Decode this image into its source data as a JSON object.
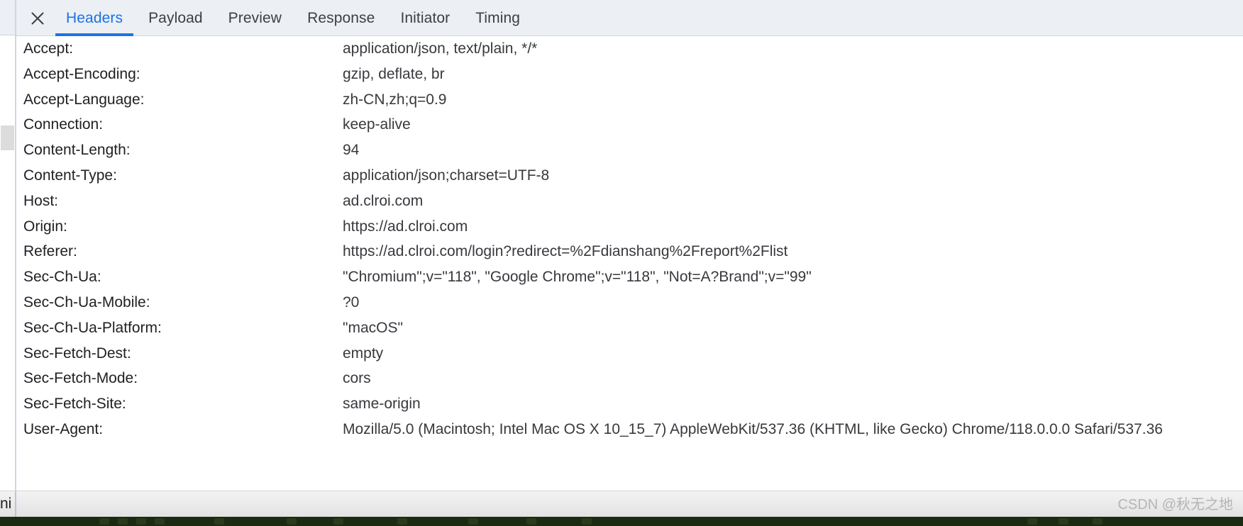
{
  "tabbar": {
    "close_icon": "close-icon",
    "tabs": [
      {
        "label": "Headers",
        "active": true
      },
      {
        "label": "Payload",
        "active": false
      },
      {
        "label": "Preview",
        "active": false
      },
      {
        "label": "Response",
        "active": false
      },
      {
        "label": "Initiator",
        "active": false
      },
      {
        "label": "Timing",
        "active": false
      }
    ],
    "accent_color": "#1a73e8",
    "background_color": "#eceff3"
  },
  "headers": {
    "rows": [
      {
        "name": "Accept:",
        "value": "application/json, text/plain, */*"
      },
      {
        "name": "Accept-Encoding:",
        "value": "gzip, deflate, br"
      },
      {
        "name": "Accept-Language:",
        "value": "zh-CN,zh;q=0.9"
      },
      {
        "name": "Connection:",
        "value": "keep-alive"
      },
      {
        "name": "Content-Length:",
        "value": "94"
      },
      {
        "name": "Content-Type:",
        "value": "application/json;charset=UTF-8"
      },
      {
        "name": "Host:",
        "value": "ad.clroi.com"
      },
      {
        "name": "Origin:",
        "value": "https://ad.clroi.com"
      },
      {
        "name": "Referer:",
        "value": "https://ad.clroi.com/login?redirect=%2Fdianshang%2Freport%2Flist"
      },
      {
        "name": "Sec-Ch-Ua:",
        "value": "\"Chromium\";v=\"118\", \"Google Chrome\";v=\"118\", \"Not=A?Brand\";v=\"99\""
      },
      {
        "name": "Sec-Ch-Ua-Mobile:",
        "value": "?0"
      },
      {
        "name": "Sec-Ch-Ua-Platform:",
        "value": "\"macOS\""
      },
      {
        "name": "Sec-Fetch-Dest:",
        "value": "empty"
      },
      {
        "name": "Sec-Fetch-Mode:",
        "value": "cors"
      },
      {
        "name": "Sec-Fetch-Site:",
        "value": "same-origin"
      },
      {
        "name": "User-Agent:",
        "value": "Mozilla/5.0 (Macintosh; Intel Mac OS X 10_15_7) AppleWebKit/537.36 (KHTML, like Gecko) Chrome/118.0.0.0 Safari/537.36"
      }
    ]
  },
  "statusbar": {
    "left_text": "ni",
    "watermark": "CSDN @秋无之地"
  }
}
